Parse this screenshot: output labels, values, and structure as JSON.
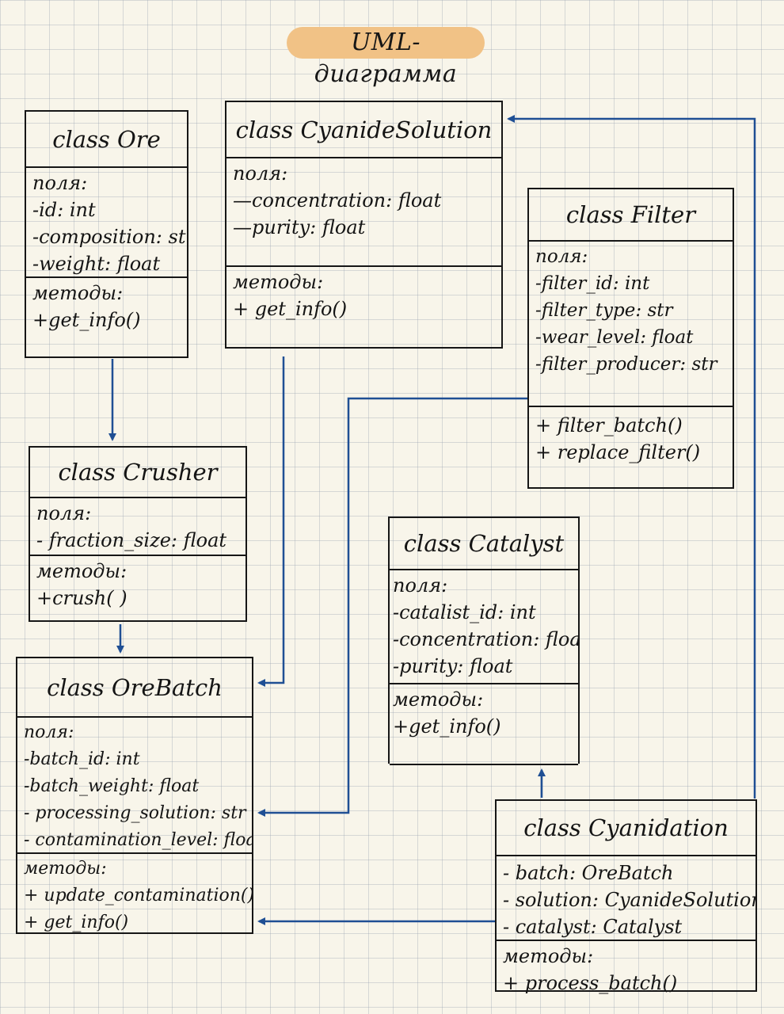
{
  "title": "UML-диаграмма",
  "classes": {
    "ore": {
      "name": "class Ore",
      "attrs_label": "поля:",
      "attrs": [
        "-id: int",
        "-composition: str",
        "-weight: float"
      ],
      "methods_label": "методы:",
      "methods": [
        "+get_info()"
      ]
    },
    "cyanide_solution": {
      "name": "class CyanideSolution",
      "attrs_label": "поля:",
      "attrs": [
        "—concentration: float",
        "—purity: float"
      ],
      "methods_label": "методы:",
      "methods": [
        "+ get_info()"
      ]
    },
    "filter": {
      "name": "class Filter",
      "attrs_label": "поля:",
      "attrs": [
        "-filter_id: int",
        "-filter_type: str",
        "-wear_level: float",
        "-filter_producer: str"
      ],
      "methods": [
        "+ filter_batch()",
        "+ replace_filter()"
      ]
    },
    "crusher": {
      "name": "class Crusher",
      "attrs_label": "поля:",
      "attrs": [
        "- fraction_size: float"
      ],
      "methods_label": "методы:",
      "methods": [
        "+crush( )"
      ]
    },
    "catalyst": {
      "name": "class Catalyst",
      "attrs_label": "поля:",
      "attrs": [
        "-catalist_id: int",
        "-concentration: float",
        "-purity: float"
      ],
      "methods_label": "методы:",
      "methods": [
        "+get_info()"
      ]
    },
    "ore_batch": {
      "name": "class OreBatch",
      "attrs_label": "поля:",
      "attrs": [
        "-batch_id: int",
        "-batch_weight: float",
        "- processing_solution: str",
        "- contamination_level: float"
      ],
      "methods_label": "методы:",
      "methods": [
        "+ update_contamination()",
        "+ get_info()"
      ]
    },
    "cyanidation": {
      "name": "class Cyanidation",
      "attrs": [
        "- batch: OreBatch",
        "- solution: CyanideSolution",
        "- catalyst: Catalyst"
      ],
      "methods_label": "методы:",
      "methods": [
        "+ process_batch()"
      ]
    }
  },
  "colors": {
    "ink": "#161616",
    "arrow": "#1f4f94",
    "highlight": "#f1c286",
    "paper": "#f8f5ea"
  }
}
